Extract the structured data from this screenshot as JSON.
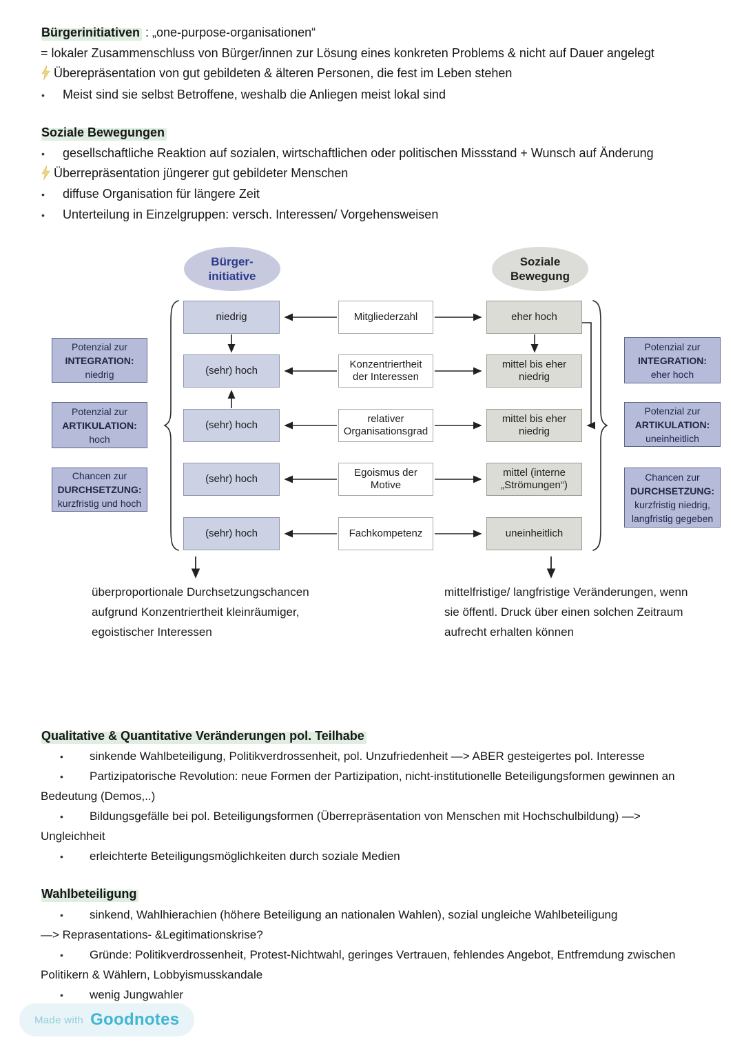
{
  "ui": {
    "bullet": "•"
  },
  "colors": {
    "highlight_green": "#dfeee0",
    "lightning_yellow": "#eed584",
    "ellipse_lavender": "#c7cadf",
    "ellipse_gray": "#dcdcd8",
    "cell_lavender": "#ccd1e4",
    "cell_gray": "#dcdcd7",
    "side_box_lavender": "#b5bbd9",
    "accent_navy": "#2b3a8c",
    "watermark_teal": "#41b6d2"
  },
  "icons": {
    "lightning": "⚡",
    "bullet": "•",
    "arrow_down": "↓"
  },
  "notes_top": {
    "s1": {
      "heading": "Bürgerinitiativen",
      "heading_rest": " : „one-purpose-organisationen“",
      "line_definition": "= lokaler Zusammenschluss von Bürger/innen zur Lösung eines konkreten Problems & nicht auf Dauer angelegt",
      "line_lightning": "Überepräsentation von gut gebildeten & älteren Personen, die fest im Leben stehen",
      "line_bullet": "Meist sind sie selbst Betroffene, weshalb die Anliegen meist lokal sind"
    },
    "s2": {
      "heading": "Soziale Bewegungen",
      "bullet1": "gesellschaftliche Reaktion auf sozialen, wirtschaftlichen oder politischen Missstand + Wunsch auf Änderung",
      "lightning": "Überrepräsentation jüngerer gut gebildeter Menschen",
      "bullet2": "diffuse Organisation für längere Zeit",
      "bullet3": "Unterteilung in Einzelgruppen: versch. Interessen/ Vorgehensweisen"
    }
  },
  "diagram": {
    "header_left": {
      "line1": "Bürger-",
      "line2": "initiative"
    },
    "header_right": {
      "line1": "Soziale",
      "line2": "Bewegung"
    },
    "rows": [
      {
        "left": "niedrig",
        "mid1": "Mitgliederzahl",
        "mid2": "",
        "right1": "eher hoch",
        "right2": ""
      },
      {
        "left": "(sehr) hoch",
        "mid1": "Konzentriertheit",
        "mid2": "der Interessen",
        "right1": "mittel bis eher",
        "right2": "niedrig"
      },
      {
        "left": "(sehr) hoch",
        "mid1": "relativer",
        "mid2": "Organisationsgrad",
        "right1": "mittel bis eher",
        "right2": "niedrig"
      },
      {
        "left": "(sehr) hoch",
        "mid1": "Egoismus der",
        "mid2": "Motive",
        "right1": "mittel (interne",
        "right2": "„Strömungen“)"
      },
      {
        "left": "(sehr) hoch",
        "mid1": "Fachkompetenz",
        "mid2": "",
        "right1": "uneinheitlich",
        "right2": ""
      }
    ],
    "side_left": [
      {
        "l1": "Potenzial zur",
        "l2": "INTEGRATION:",
        "l3": "niedrig"
      },
      {
        "l1": "Potenzial zur",
        "l2": "ARTIKULATION:",
        "l3": "hoch"
      },
      {
        "l1": "Chancen zur",
        "l2": "DURCHSETZUNG:",
        "l3": "kurzfristig und hoch"
      }
    ],
    "side_right": [
      {
        "l1": "Potenzial zur",
        "l2": "INTEGRATION:",
        "l3": "eher hoch"
      },
      {
        "l1": "Potenzial zur",
        "l2": "ARTIKULATION:",
        "l3": "uneinheitlich"
      },
      {
        "l1": "Chancen zur",
        "l2": "DURCHSETZUNG:",
        "l3": "kurzfristig niedrig, langfristig gegeben"
      }
    ],
    "conclusion_left": {
      "l1": "überproportionale Durchsetzungschancen",
      "l2": "aufgrund Konzentriertheit kleinräumiger,",
      "l3": "egoistischer Interessen"
    },
    "conclusion_right": {
      "l1": "mittelfristige/ langfristige Veränderungen, wenn",
      "l2": "sie öffentl. Druck über einen solchen Zeitraum",
      "l3": "aufrecht erhalten können"
    }
  },
  "notes_bottom": {
    "s3": {
      "heading": "Qualitative & Quantitative Veränderungen pol. Teilhabe",
      "bullet1": "sinkende Wahlbeteiligung, Politikverdrossenheit, pol. Unzufriedenheit —> ABER gesteigertes pol. Interesse",
      "bullet2": "Partizipatorische Revolution: neue Formen der Partizipation, nicht-institutionelle Beteiligungsformen gewinnen an",
      "bullet2_cont": "Bedeutung (Demos,..)",
      "bullet3": "Bildungsgefälle bei pol. Beteiligungsformen (Überrepräsentation von Menschen mit Hochschulbildung) —>",
      "bullet3_cont": "Ungleichheit",
      "bullet4": "erleichterte Beteiligungsmöglichkeiten durch soziale Medien"
    },
    "s4": {
      "heading": "Wahlbeteiligung",
      "bullet1": "sinkend, Wahlhierachien (höhere Beteiligung an nationalen Wahlen), sozial ungleiche Wahlbeteiligung",
      "arrow_line": "—> Reprasentations- &Legitimationskrise?",
      "bullet2": "Gründe: Politikverdrossenheit, Protest-Nichtwahl, geringes Vertrauen, fehlendes Angebot, Entfremdung zwischen",
      "bullet2_cont": "Politikern & Wählern, Lobbyismusskandale",
      "bullet3": "wenig Jungwahler"
    }
  },
  "watermark": {
    "made_with": "Made with",
    "brand": "Goodnotes"
  }
}
